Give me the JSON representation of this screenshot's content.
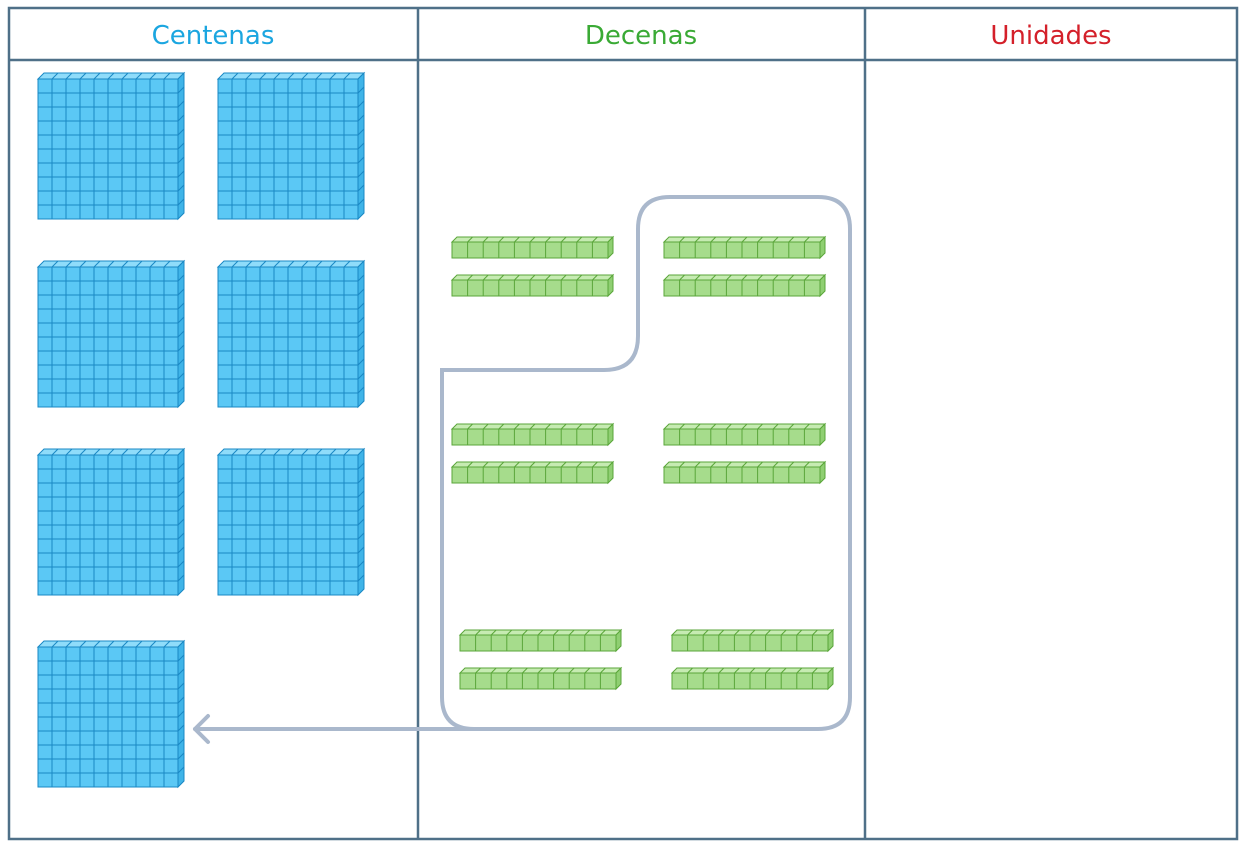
{
  "columns": [
    {
      "label": "Centenas",
      "color": "#1ba6e0"
    },
    {
      "label": "Decenas",
      "color": "#3aaa35"
    },
    {
      "label": "Unidades",
      "color": "#d4202a"
    }
  ],
  "colors": {
    "border": "#4f7088",
    "hundred_fill": "#5bc8f5",
    "hundred_line": "#1a88c4",
    "ten_fill": "#a6dc8c",
    "ten_line": "#5aa63a",
    "group_outline": "#aab8cc"
  },
  "counts": {
    "hundred_flats": 7,
    "ten_rods": 12,
    "unit_cubes": 0,
    "rods_regrouped": 10
  }
}
